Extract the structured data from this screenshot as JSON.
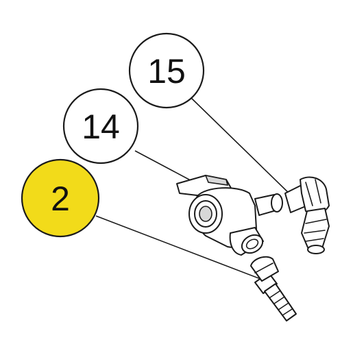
{
  "callouts": [
    {
      "id": "c15",
      "label": "15",
      "fill": "#ffffff"
    },
    {
      "id": "c14",
      "label": "14",
      "fill": "#ffffff"
    },
    {
      "id": "c2",
      "label": "2",
      "fill": "#f2db1a"
    }
  ],
  "colors": {
    "highlight": "#f2db1a",
    "line": "#1a1a1a",
    "background": "#ffffff"
  }
}
